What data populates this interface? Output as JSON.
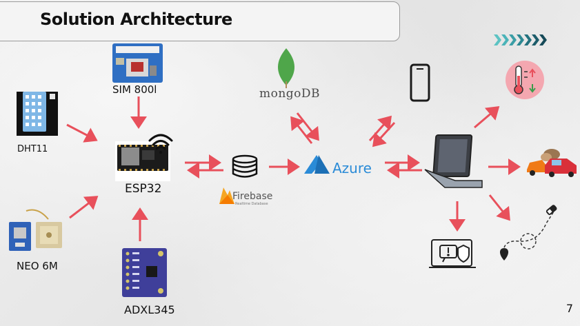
{
  "header": {
    "title": "Solution Architecture"
  },
  "nodes": {
    "sim800l": "SIM 800l",
    "dht11": "DHT11",
    "esp32": "ESP32",
    "neo6m": "NEO 6M",
    "adxl345": "ADXL345",
    "mongodb": "mongoDB",
    "firebase": "Firebase",
    "firebase_sub": "Realtime Database",
    "azure": "Azure"
  },
  "icons": [
    "wifi-icon",
    "database-icon",
    "smartphone-icon",
    "laptop-icon",
    "temperature-icon",
    "car-crash-icon",
    "route-icon",
    "alert-monitor-icon",
    "chevrons-icon"
  ],
  "colors": {
    "arrow": "#e8505b",
    "azure": "#2a8bd7",
    "mongo_leaf": "#4fa64a",
    "firebase": "#f5a623"
  },
  "footer": {
    "page_number": "7"
  }
}
